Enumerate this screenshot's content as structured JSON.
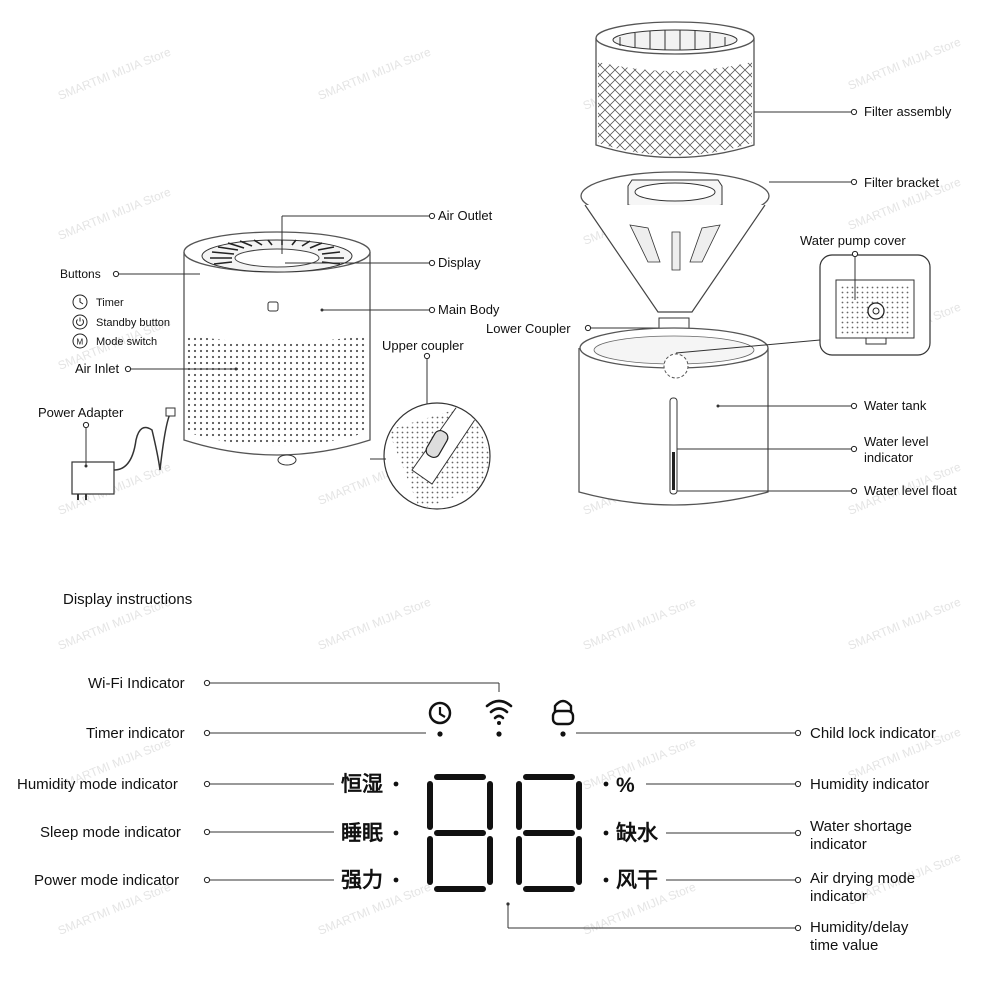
{
  "watermark": "SMARTMI MIJIA Store",
  "left_product": {
    "labels": {
      "air_outlet": "Air Outlet",
      "display": "Display",
      "main_body": "Main Body",
      "buttons": "Buttons",
      "air_inlet": "Air Inlet",
      "upper_coupler": "Upper coupler",
      "power_adapter": "Power Adapter"
    },
    "buttons": [
      {
        "icon": "timer-icon",
        "label": "Timer"
      },
      {
        "icon": "power-icon",
        "label": "Standby button"
      },
      {
        "icon": "mode-m-icon",
        "label": "Mode switch"
      }
    ],
    "mode_button_glyph": "M"
  },
  "right_product": {
    "labels": {
      "filter_assembly": "Filter assembly",
      "filter_bracket": "Filter bracket",
      "water_pump_cover": "Water pump cover",
      "lower_coupler": "Lower Coupler",
      "water_tank": "Water tank",
      "water_level_indicator_1": "Water level",
      "water_level_indicator_2": "indicator",
      "water_level_float": "Water level float"
    }
  },
  "display_instructions": {
    "title": "Display instructions",
    "left_labels": {
      "wifi": "Wi-Fi Indicator",
      "timer": "Timer indicator",
      "humidity_mode": "Humidity mode indicator",
      "sleep_mode": "Sleep mode indicator",
      "power_mode": "Power mode indicator"
    },
    "right_labels": {
      "child_lock": "Child lock indicator",
      "humidity": "Humidity indicator",
      "water_shortage_1": "Water shortage",
      "water_shortage_2": "indicator",
      "air_drying_1": "Air drying mode",
      "air_drying_2": "indicator",
      "humidity_delay_1": "Humidity/delay",
      "humidity_delay_2": "time value"
    },
    "panel_text": {
      "humidity_mode": "恒湿",
      "sleep_mode": "睡眠",
      "power_mode": "强力",
      "percent": "%",
      "water_shortage": "缺水",
      "air_drying": "风干"
    },
    "panel_icons": [
      "clock-icon",
      "wifi-icon",
      "lock-icon"
    ]
  }
}
